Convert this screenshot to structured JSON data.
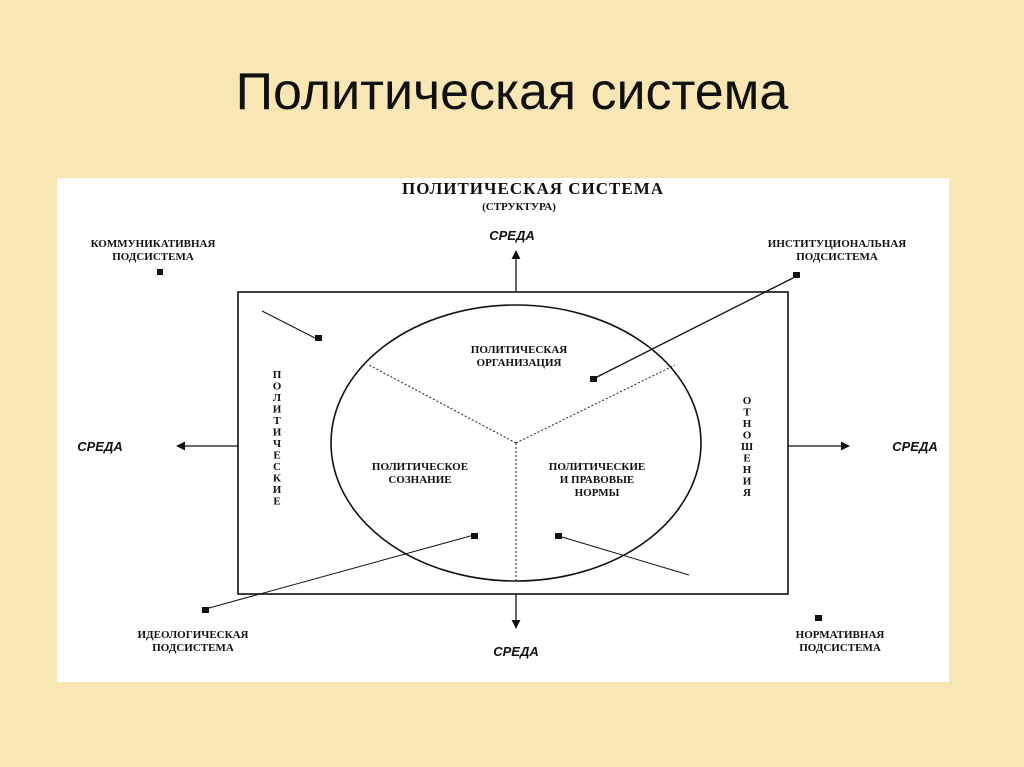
{
  "slide": {
    "title": "Политическая система"
  },
  "diagram": {
    "title": "ПОЛИТИЧЕСКАЯ СИСТЕМА",
    "subtitle": "(СТРУКТУРА)",
    "env_top": "СРЕДА",
    "env_left": "СРЕДА",
    "env_right": "СРЕДА",
    "env_bottom": "СРЕДА",
    "subsystems": {
      "communicative": [
        "КОММУНИКАТИВНАЯ",
        "ПОДСИСТЕМА"
      ],
      "institutional": [
        "ИНСТИТУЦИОНАЛЬНАЯ",
        "ПОДСИСТЕМА"
      ],
      "ideological": [
        "ИДЕОЛОГИЧЕСКАЯ",
        "ПОДСИСТЕМА"
      ],
      "normative": [
        "НОРМАТИВНАЯ",
        "ПОДСИСТЕМА"
      ]
    },
    "sectors": {
      "organization": [
        "ПОЛИТИЧЕСКАЯ",
        "ОРГАНИЗАЦИЯ"
      ],
      "consciousness": [
        "ПОЛИТИЧЕСКОЕ",
        "СОЗНАНИЕ"
      ],
      "norms": [
        "ПОЛИТИЧЕСКИЕ",
        "И ПРАВОВЫЕ",
        "НОРМЫ"
      ]
    },
    "side_left": [
      "П",
      "О",
      "Л",
      "И",
      "Т",
      "И",
      "Ч",
      "Е",
      "С",
      "К",
      "И",
      "Е"
    ],
    "side_right": [
      "О",
      "Т",
      "Н",
      "О",
      "Ш",
      "Е",
      "Н",
      "И",
      "Я"
    ]
  }
}
